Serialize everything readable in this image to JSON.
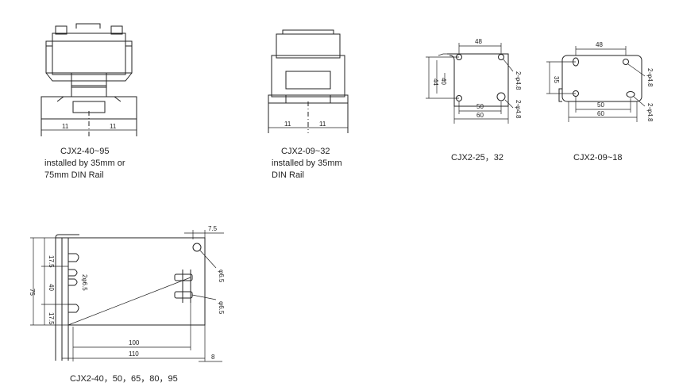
{
  "figures": [
    {
      "id": "fig1",
      "caption": [
        "CJX2-40~95",
        "installed by 35mm or",
        "75mm DIN Rail"
      ],
      "dims": [
        "11",
        "11"
      ]
    },
    {
      "id": "fig2",
      "caption": [
        "CJX2-09~32",
        "installed by 35mm",
        "DIN Rail"
      ],
      "dims": [
        "11",
        "11"
      ]
    },
    {
      "id": "fig3",
      "caption": [
        "CJX2-25，32"
      ],
      "dims": [
        "48",
        "40",
        "44",
        "50",
        "60",
        "2-φ4.8",
        "2-φ4.8"
      ]
    },
    {
      "id": "fig4",
      "caption": [
        "CJX2-09~18"
      ],
      "dims": [
        "48",
        "35",
        "50",
        "60",
        "2-φ4.8",
        "2-φ4.8"
      ]
    },
    {
      "id": "fig5",
      "caption": [
        "CJX2-40，50，65，80，95"
      ],
      "dims": [
        "7.5",
        "17.5",
        "75",
        "40",
        "2φ6.5",
        "17.5",
        "φ6.5",
        "φ6.5",
        "100",
        "110",
        "8"
      ]
    }
  ]
}
